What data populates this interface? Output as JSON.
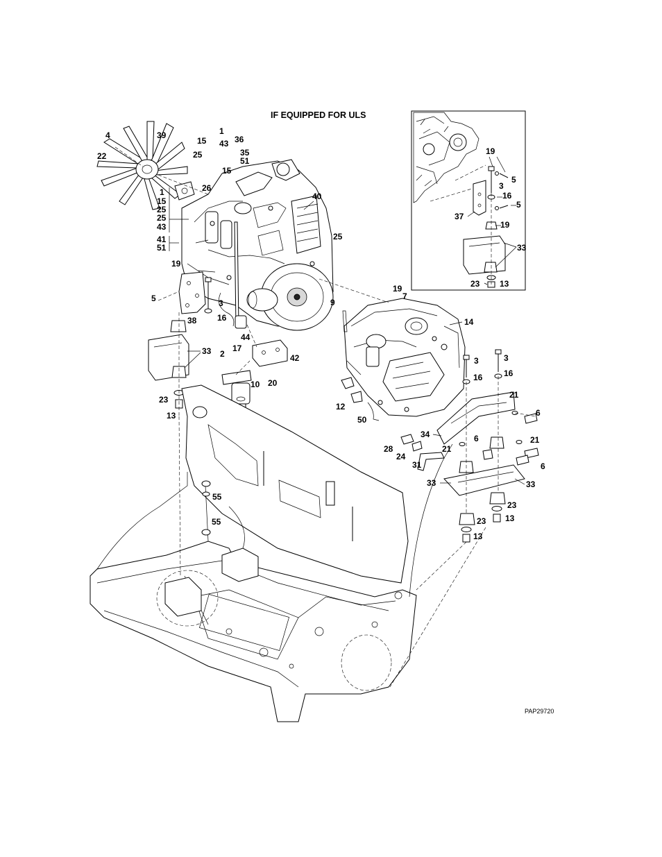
{
  "title": "IF EQUIPPED FOR ULS",
  "drawing_code": "PAP29720",
  "callouts": [
    {
      "id": "c-1",
      "text": "1"
    },
    {
      "id": "c-15",
      "text": "15"
    },
    {
      "id": "c-43",
      "text": "43"
    },
    {
      "id": "c-36",
      "text": "36"
    },
    {
      "id": "c-35",
      "text": "35"
    },
    {
      "id": "c-51",
      "text": "51"
    },
    {
      "id": "c-25",
      "text": "25"
    },
    {
      "id": "c-15b",
      "text": "15"
    },
    {
      "id": "c-26",
      "text": "26"
    },
    {
      "id": "c-4",
      "text": "4"
    },
    {
      "id": "c-22",
      "text": "22"
    },
    {
      "id": "c-39",
      "text": "39"
    },
    {
      "id": "c-s1",
      "text": "1"
    },
    {
      "id": "c-s15",
      "text": "15"
    },
    {
      "id": "c-s25a",
      "text": "25"
    },
    {
      "id": "c-s25b",
      "text": "25"
    },
    {
      "id": "c-s43",
      "text": "43"
    },
    {
      "id": "c-41",
      "text": "41"
    },
    {
      "id": "c-51b",
      "text": "51"
    },
    {
      "id": "c-40",
      "text": "40"
    },
    {
      "id": "c-25c",
      "text": "25"
    },
    {
      "id": "c-19",
      "text": "19"
    },
    {
      "id": "c-5",
      "text": "5"
    },
    {
      "id": "c-3",
      "text": "3"
    },
    {
      "id": "c-16",
      "text": "16"
    },
    {
      "id": "c-38",
      "text": "38"
    },
    {
      "id": "c-9",
      "text": "9"
    },
    {
      "id": "c-33",
      "text": "33"
    },
    {
      "id": "c-44",
      "text": "44"
    },
    {
      "id": "c-17",
      "text": "17"
    },
    {
      "id": "c-2",
      "text": "2"
    },
    {
      "id": "c-42",
      "text": "42"
    },
    {
      "id": "c-10",
      "text": "10"
    },
    {
      "id": "c-20",
      "text": "20"
    },
    {
      "id": "c-23",
      "text": "23"
    },
    {
      "id": "c-13",
      "text": "13"
    },
    {
      "id": "c-19b",
      "text": "19"
    },
    {
      "id": "c-7",
      "text": "7"
    },
    {
      "id": "c-14",
      "text": "14"
    },
    {
      "id": "c-3b",
      "text": "3"
    },
    {
      "id": "c-3c",
      "text": "3"
    },
    {
      "id": "c-16b",
      "text": "16"
    },
    {
      "id": "c-16c",
      "text": "16"
    },
    {
      "id": "c-12",
      "text": "12"
    },
    {
      "id": "c-50",
      "text": "50"
    },
    {
      "id": "c-21",
      "text": "21"
    },
    {
      "id": "c-6",
      "text": "6"
    },
    {
      "id": "c-34",
      "text": "34"
    },
    {
      "id": "c-6b",
      "text": "6"
    },
    {
      "id": "c-21b",
      "text": "21"
    },
    {
      "id": "c-21c",
      "text": "21"
    },
    {
      "id": "c-28",
      "text": "28"
    },
    {
      "id": "c-24",
      "text": "24"
    },
    {
      "id": "c-6c",
      "text": "6"
    },
    {
      "id": "c-31",
      "text": "31"
    },
    {
      "id": "c-33b",
      "text": "33"
    },
    {
      "id": "c-33c",
      "text": "33"
    },
    {
      "id": "c-23b",
      "text": "23"
    },
    {
      "id": "c-23c",
      "text": "23"
    },
    {
      "id": "c-13b",
      "text": "13"
    },
    {
      "id": "c-13c",
      "text": "13"
    },
    {
      "id": "c-55",
      "text": "55"
    },
    {
      "id": "c-55b",
      "text": "55"
    },
    {
      "id": "c-i19",
      "text": "19"
    },
    {
      "id": "c-i5",
      "text": "5"
    },
    {
      "id": "c-i3",
      "text": "3"
    },
    {
      "id": "c-i16",
      "text": "16"
    },
    {
      "id": "c-i5b",
      "text": "5"
    },
    {
      "id": "c-i37",
      "text": "37"
    },
    {
      "id": "c-i19b",
      "text": "19"
    },
    {
      "id": "c-i33",
      "text": "33"
    },
    {
      "id": "c-i23",
      "text": "23"
    },
    {
      "id": "c-i13",
      "text": "13"
    }
  ]
}
